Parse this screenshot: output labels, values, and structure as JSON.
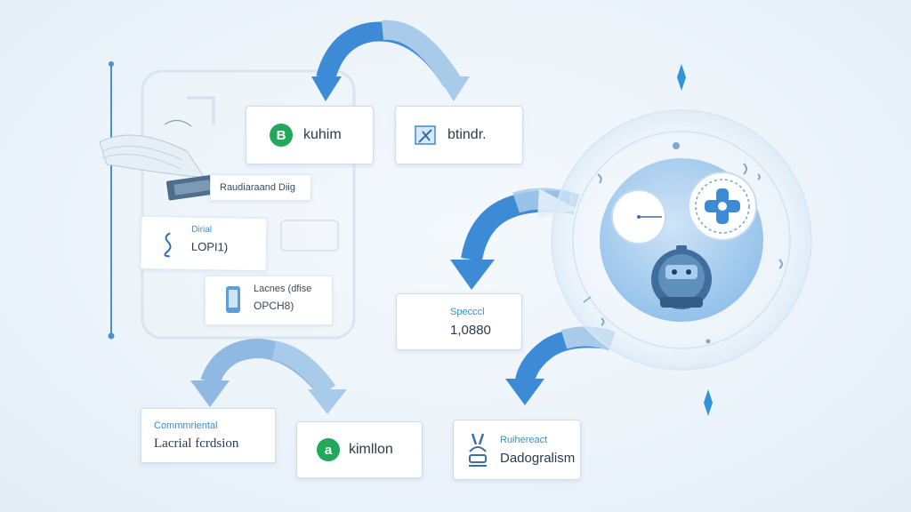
{
  "colors": {
    "accent": "#3d8bd6",
    "accent_light": "#a9cbea",
    "green": "#22a85a",
    "circle_fill": "#a8cdee",
    "text": "#2b3b4c"
  },
  "nodes": {
    "top_left": {
      "label": "kuhim",
      "badge": "B",
      "icon": "green-b-badge-icon"
    },
    "top_right": {
      "label": "btindr.",
      "icon": "blue-tag-icon"
    },
    "middle": {
      "label": "Specccl",
      "value": "1,0880",
      "icon": "wallet-cards-icon"
    },
    "bottom_left": {
      "title": "Commmriental",
      "label": "Lacrial fcrdsion"
    },
    "bottom_center": {
      "label": "kimllon",
      "badge": "a",
      "icon": "green-a-badge-icon"
    },
    "bottom_right": {
      "title": "Ruihereact",
      "label": "Dadogralism",
      "icon": "trophy-rabbit-icon"
    }
  },
  "device_panel": {
    "tag_label": "Raudiaraand Diig",
    "note1": {
      "title": "Dirial",
      "value": "LOPI1)",
      "icon": "hook-icon"
    },
    "note2": {
      "title": "Lacnes (dfise",
      "value": "OPCH8)",
      "icon": "phone-icon"
    }
  },
  "globe": {
    "icons": [
      "clock-icon",
      "plus-target-icon",
      "robot-head-icon"
    ]
  }
}
